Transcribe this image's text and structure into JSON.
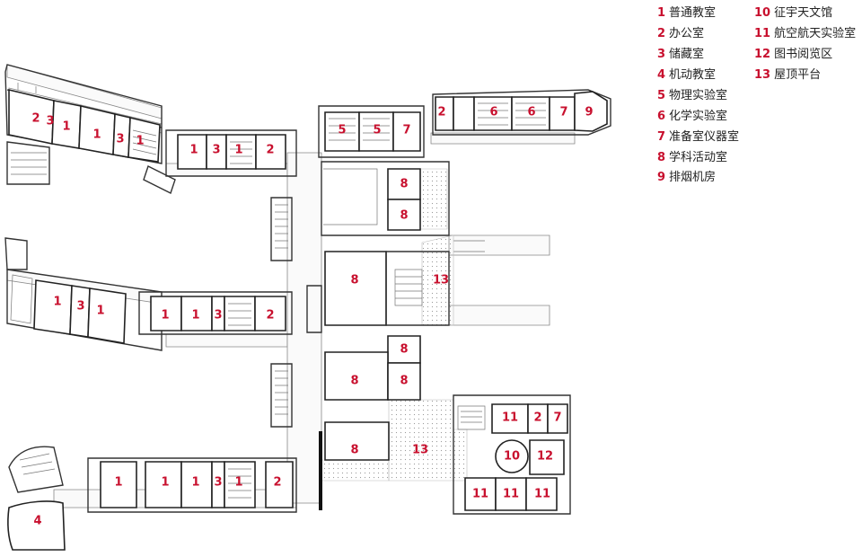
{
  "legend": [
    {
      "num": "1",
      "label": "普通教室"
    },
    {
      "num": "2",
      "label": "办公室"
    },
    {
      "num": "3",
      "label": "储藏室"
    },
    {
      "num": "4",
      "label": "机动教室"
    },
    {
      "num": "5",
      "label": "物理实验室"
    },
    {
      "num": "6",
      "label": "化学实验室"
    },
    {
      "num": "7",
      "label": "准备室仪器室"
    },
    {
      "num": "8",
      "label": "学科活动室"
    },
    {
      "num": "9",
      "label": "排烟机房"
    },
    {
      "num": "10",
      "label": "征宇天文馆"
    },
    {
      "num": "11",
      "label": "航空航天实验室"
    },
    {
      "num": "12",
      "label": "图书阅览区"
    },
    {
      "num": "13",
      "label": "屋顶平台"
    }
  ],
  "room_labels": [
    "2",
    "3",
    "1",
    "1",
    "3",
    "1",
    "1",
    "3",
    "1",
    "2",
    "5",
    "5",
    "7",
    "2",
    "6",
    "6",
    "7",
    "9",
    "8",
    "8",
    "8",
    "13",
    "1",
    "3",
    "1",
    "1",
    "1",
    "3",
    "2",
    "8",
    "8",
    "8",
    "8",
    "13",
    "11",
    "2",
    "7",
    "10",
    "12",
    "11",
    "11",
    "11",
    "1",
    "1",
    "1",
    "3",
    "1",
    "2",
    "4"
  ]
}
